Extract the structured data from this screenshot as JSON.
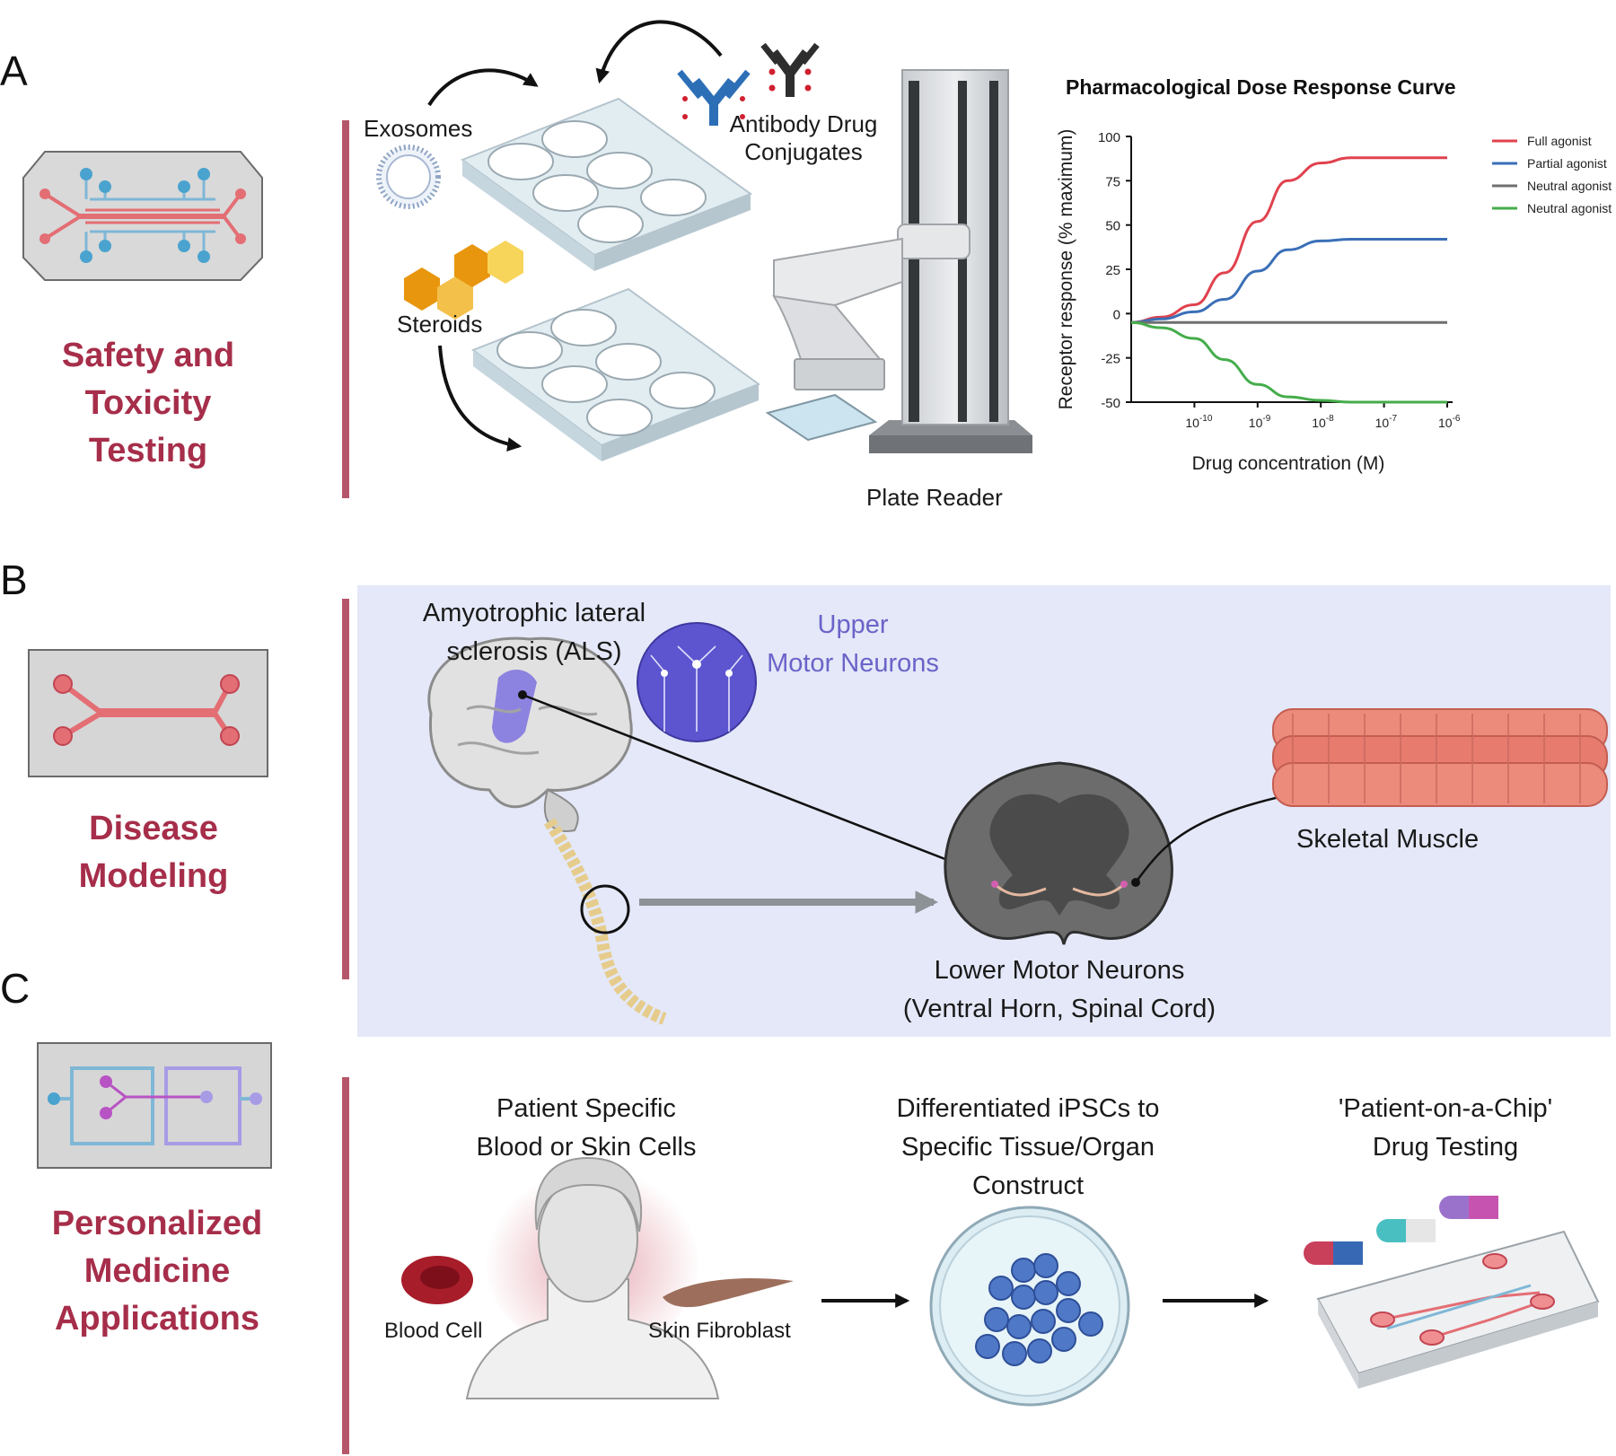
{
  "panels": {
    "a": {
      "letter": "A",
      "title_lines": [
        "Safety and",
        "Toxicity",
        "Testing"
      ],
      "labels": {
        "exosomes": "Exosomes",
        "steroids": "Steroids",
        "adc_line1": "Antibody Drug",
        "adc_line2": "Conjugates",
        "plate_reader": "Plate Reader"
      }
    },
    "b": {
      "letter": "B",
      "title_lines": [
        "Disease",
        "Modeling"
      ],
      "labels": {
        "als_line1": "Amyotrophic lateral",
        "als_line2": "sclerosis (ALS)",
        "umn_line1": "Upper",
        "umn_line2": "Motor Neurons",
        "skeletal_muscle": "Skeletal Muscle",
        "lmn_line1": "Lower Motor Neurons",
        "lmn_line2": "(Ventral Horn, Spinal Cord)"
      }
    },
    "c": {
      "letter": "C",
      "title_lines": [
        "Personalized",
        "Medicine",
        "Applications"
      ],
      "labels": {
        "patient_line1": "Patient Specific",
        "patient_line2": "Blood or Skin Cells",
        "ipsc_line1": "Differentiated iPSCs to",
        "ipsc_line2": "Specific Tissue/Organ",
        "ipsc_line3": "Construct",
        "chip_line1": "'Patient-on-a-Chip'",
        "chip_line2": "Drug Testing",
        "blood_cell": "Blood Cell",
        "skin_fibroblast": "Skin Fibroblast"
      }
    }
  },
  "colors": {
    "accent_title": "#a62e4a",
    "divider": "#b5576a",
    "panel_b_background": "#e4e8f8",
    "upper_motor_neurons_text": "#6b63c9"
  },
  "chart_data": {
    "type": "line",
    "title": "Pharmacological Dose Response Curve",
    "xlabel": "Drug concentration (M)",
    "ylabel": "Receptor response (% maximum)",
    "x_scale": "log",
    "xlim": [
      1e-11,
      1e-06
    ],
    "ylim": [
      -50,
      100
    ],
    "yticks": [
      100,
      75,
      50,
      25,
      0,
      -25,
      -50
    ],
    "xticks": [
      {
        "value": 1e-10,
        "base": "10",
        "exp": "-10"
      },
      {
        "value": 1e-09,
        "base": "10",
        "exp": "-9"
      },
      {
        "value": 1e-08,
        "base": "10",
        "exp": "-8"
      },
      {
        "value": 1e-07,
        "base": "10",
        "exp": "-7"
      },
      {
        "value": 1e-06,
        "base": "10",
        "exp": "-6"
      }
    ],
    "grid": false,
    "legend": "top-right",
    "series": [
      {
        "name": "Full agonist",
        "color": "#e0424e",
        "x": [
          1e-11,
          3e-11,
          1e-10,
          3e-10,
          1e-09,
          3e-09,
          1e-08,
          3e-08,
          1e-07,
          1e-06
        ],
        "y": [
          -5,
          -2,
          5,
          23,
          52,
          75,
          85,
          88,
          88,
          88
        ]
      },
      {
        "name": "Partial agonist",
        "color": "#3a6fb7",
        "x": [
          1e-11,
          3e-11,
          1e-10,
          3e-10,
          1e-09,
          3e-09,
          1e-08,
          3e-08,
          1e-07,
          1e-06
        ],
        "y": [
          -5,
          -3,
          1,
          8,
          24,
          36,
          41,
          42,
          42,
          42
        ]
      },
      {
        "name": "Neutral agonist",
        "color": "#6f6f6f",
        "x": [
          1e-11,
          1e-06
        ],
        "y": [
          -5,
          -5
        ]
      },
      {
        "name": "Neutral agonist",
        "color": "#45ad4b",
        "x": [
          1e-11,
          3e-11,
          1e-10,
          3e-10,
          1e-09,
          3e-09,
          1e-08,
          3e-08,
          1e-07,
          1e-06
        ],
        "y": [
          -5,
          -8,
          -14,
          -26,
          -40,
          -47,
          -49,
          -50,
          -50,
          -50
        ]
      }
    ]
  }
}
